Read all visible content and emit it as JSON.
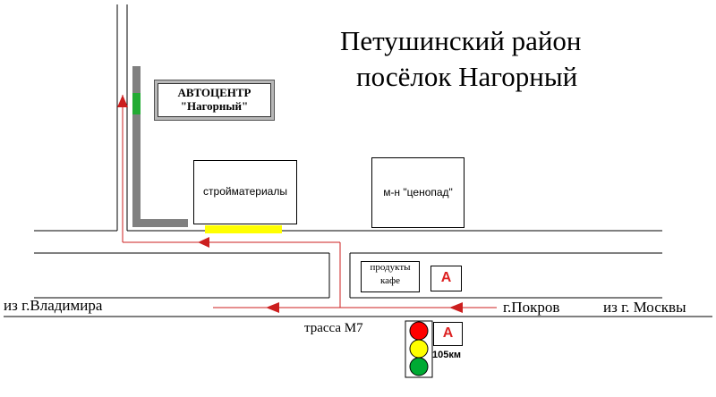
{
  "map": {
    "title_line1": "Петушинский район",
    "title_line2": "посёлок Нагорный",
    "autocenter_line1": "АВТОЦЕНТР",
    "autocenter_line2": "\"Нагорный\"",
    "building_materials": "стройматериалы",
    "store": "м-н \"ценопад\"",
    "shop_line1": "продукты",
    "shop_line2": "кафе",
    "gas_station_sign": "A",
    "gas_station_sign_2": "A",
    "from_vladimir": "из г.Владимира",
    "to_pokrov": "г.Покров",
    "from_moscow": "из г. Москвы",
    "highway": "трасса М7",
    "km_marker": "105км"
  },
  "colors": {
    "road_line": "#000000",
    "route": "#cc1f1f",
    "access_road": "#808080",
    "access_green": "#22aa33",
    "parking_yellow": "#ffff00",
    "traffic_red": "#ff0000",
    "traffic_yellow": "#ffff00",
    "traffic_green": "#00aa33"
  }
}
